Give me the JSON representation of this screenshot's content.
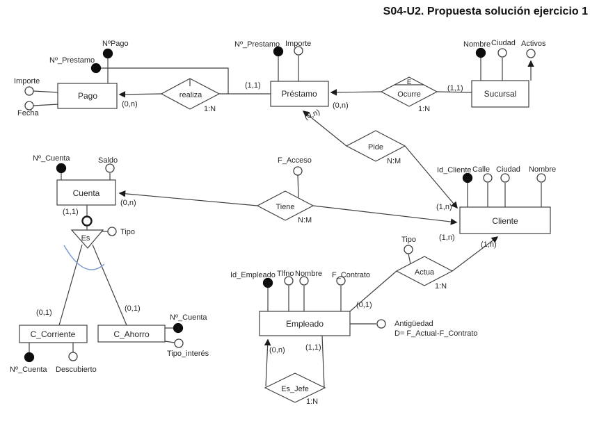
{
  "title": "S04-U2. Propuesta solución ejercicio 1",
  "colors": {
    "line": "#3f3f3f",
    "text": "#262626",
    "generalization_arc": "#7e9cd0",
    "background": "#ffffff"
  },
  "entities": {
    "pago": {
      "name": "Pago",
      "attrs": {
        "importe": "Importe",
        "fecha": "Fecha",
        "no_pago": "NºPago",
        "no_prestamo": "Nº_Prestamo"
      }
    },
    "prestamo": {
      "name": "Préstamo",
      "attrs": {
        "no_prestamo": "Nº_Prestamo",
        "importe": "Importe"
      }
    },
    "sucursal": {
      "name": "Sucursal",
      "attrs": {
        "nombre": "Nombre",
        "ciudad": "Ciudad",
        "activos": "Activos"
      }
    },
    "cuenta": {
      "name": "Cuenta",
      "attrs": {
        "no_cuenta": "Nº_Cuenta",
        "saldo": "Saldo"
      }
    },
    "cliente": {
      "name": "Cliente",
      "attrs": {
        "id_cliente": "Id_Cliente",
        "calle": "Calle",
        "ciudad": "Ciudad",
        "nombre": "Nombre"
      }
    },
    "empleado": {
      "name": "Empleado",
      "attrs": {
        "id_empleado": "Id_Empleado",
        "tlfno": "Tlfno",
        "nombre": "Nombre",
        "f_contrato": "F_Contrato",
        "antiguedad": "Antigüedad"
      },
      "note": "D= F_Actual-F_Contrato"
    },
    "c_corriente": {
      "name": "C_Corriente",
      "attrs": {
        "no_cuenta": "Nº_Cuenta",
        "descubierto": "Descubierto"
      }
    },
    "c_ahorro": {
      "name": "C_Ahorro",
      "attrs": {
        "no_cuenta": "Nº_Cuenta",
        "tipo_interes": "Tipo_interés"
      }
    }
  },
  "relationships": {
    "realiza": {
      "name": "realiza",
      "ratio": "1:N",
      "card_pago": "(0,n)",
      "card_prestamo": "(1,1)"
    },
    "ocurre": {
      "name": "Ocurre",
      "marker": "E",
      "ratio": "1:N",
      "card_prestamo": "(0,n)",
      "card_sucursal": "(1,1)"
    },
    "pide": {
      "name": "Pide",
      "ratio": "N:M",
      "card_prestamo": "(0,n)",
      "card_cliente": "(1,n)"
    },
    "tiene": {
      "name": "Tiene",
      "ratio": "N:M",
      "attr_f_acceso": "F_Acceso",
      "card_cuenta": "(0,n)",
      "card_cliente": "(1,n)"
    },
    "actua": {
      "name": "Actua",
      "ratio": "1:N",
      "attr_tipo": "Tipo",
      "card_empleado": "(0,1)",
      "card_cliente": "(1,n)"
    },
    "es_jefe": {
      "name": "Es_Jefe",
      "ratio": "1:N",
      "card_subordinado": "(0,n)",
      "card_jefe": "(1,1)"
    }
  },
  "isa": {
    "name": "Es",
    "attr_tipo": "Tipo",
    "card_cuenta": "(1,1)",
    "card_c_corriente": "(0,1)",
    "card_c_ahorro": "(0,1)"
  }
}
